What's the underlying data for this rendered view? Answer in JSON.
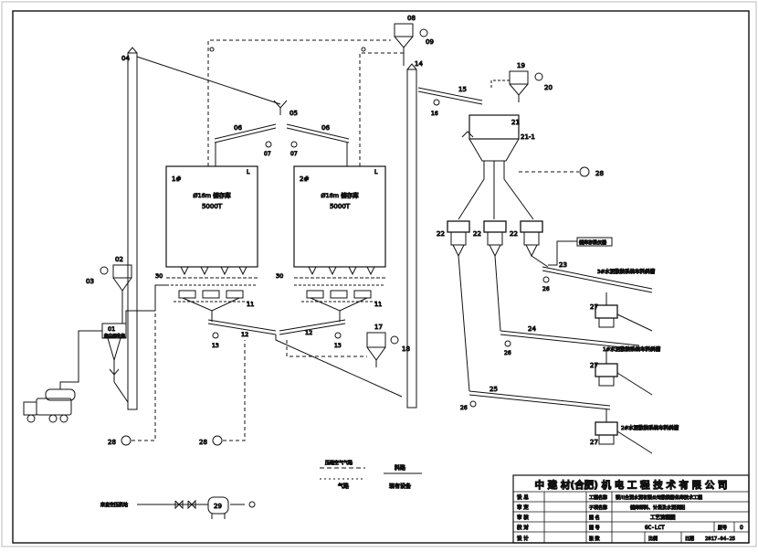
{
  "tags": {
    "t01": "01",
    "t02": "02",
    "t03": "03",
    "t04": "04",
    "t05": "05",
    "t06": "06",
    "t07": "07",
    "t08": "08",
    "t09": "09",
    "t11": "11",
    "t12": "12",
    "t13": "13",
    "t14": "14",
    "t15": "15",
    "t16": "16",
    "t17": "17",
    "t18": "18",
    "t19": "19",
    "t20": "20",
    "t21": "21",
    "t21b": "21-1",
    "t22": "22",
    "t23": "23",
    "t24": "24",
    "t25": "25",
    "t26": "26",
    "t27": "27",
    "t28": "28",
    "t29": "29",
    "t30": "30"
  },
  "silos": [
    {
      "no": "1#",
      "spec": "Ø16m 储存库",
      "capacity": "5000T",
      "mark": "L"
    },
    {
      "no": "2#",
      "spec": "Ø16m 储存库",
      "capacity": "5000T",
      "mark": "L"
    }
  ],
  "labels": {
    "unit01": "集尘器收集",
    "remote": "储库存量仪器",
    "belt1": "3#水泥散装系统车料斜槽",
    "belt2": "1#水泥散装系统车料斜槽",
    "belt3": "2#水泥散装系统车料斜槽",
    "air_source": "来自空压机站"
  },
  "legend": {
    "air": "压缩空气气路",
    "gas": "气路",
    "material": "料路",
    "equipment": "现有设备"
  },
  "title_block": {
    "company": "中 建 材(合肥) 机 电 工 程 技 术 有 限 公 司",
    "rows": [
      {
        "label": "设 总",
        "field": "工程名称",
        "value": "银川台泥水泥有限公司散装粉体库技术工程"
      },
      {
        "label": "审 定",
        "field": "子项名称",
        "value": "储库卸料、计量及水泥调配"
      },
      {
        "label": "审 核",
        "field": "图 名",
        "value": "工艺流程图"
      },
      {
        "label": "校 对",
        "field": "图 号",
        "value": "GC-LCT"
      },
      {
        "label": "设 计",
        "field": "张 数",
        "value": ""
      }
    ],
    "rev_label": "版号",
    "rev": "0",
    "ratio_label": "比例",
    "date_label": "日期",
    "date": "2017-04-25"
  }
}
